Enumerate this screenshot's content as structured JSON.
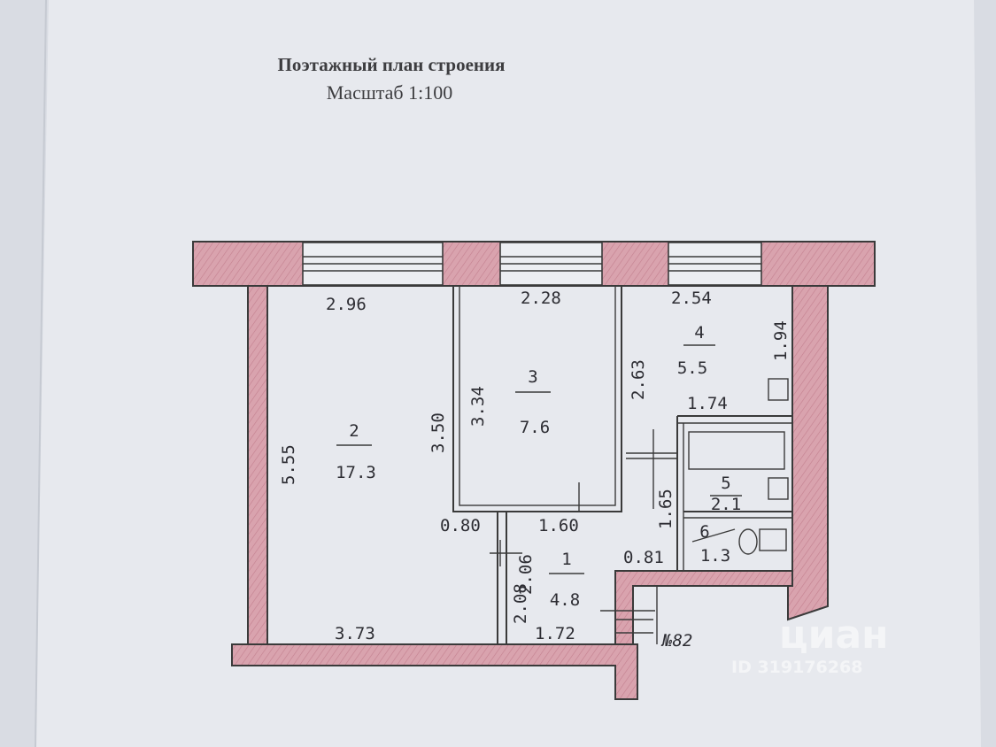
{
  "title": "Поэтажный план строения",
  "scale": "Масштаб 1:100",
  "apartment_number": "№82",
  "rooms": [
    {
      "number": "1",
      "area": "4.8"
    },
    {
      "number": "2",
      "area": "17.3"
    },
    {
      "number": "3",
      "area": "7.6"
    },
    {
      "number": "4",
      "area": "5.5"
    },
    {
      "number": "5",
      "area": "2.1"
    },
    {
      "number": "6",
      "area": "1.3"
    }
  ],
  "dimensions": {
    "room2_top": "2.96",
    "room3_top": "2.28",
    "room4_top": "2.54",
    "room4_side": "1.94",
    "room4_bottom": "1.74",
    "room3_left": "3.34",
    "room2_right": "3.50",
    "room2_left": "5.55",
    "room3_right": "2.63",
    "room2_bottom": "3.73",
    "door_left": "0.80",
    "room3_bottom": "1.60",
    "bath_side": "1.65",
    "door_right": "0.81",
    "corridor_side": "2.06",
    "corridor_left": "2.08",
    "corridor_bottom": "1.72"
  },
  "watermark": {
    "brand": "циан",
    "id": "ID 319176268"
  }
}
